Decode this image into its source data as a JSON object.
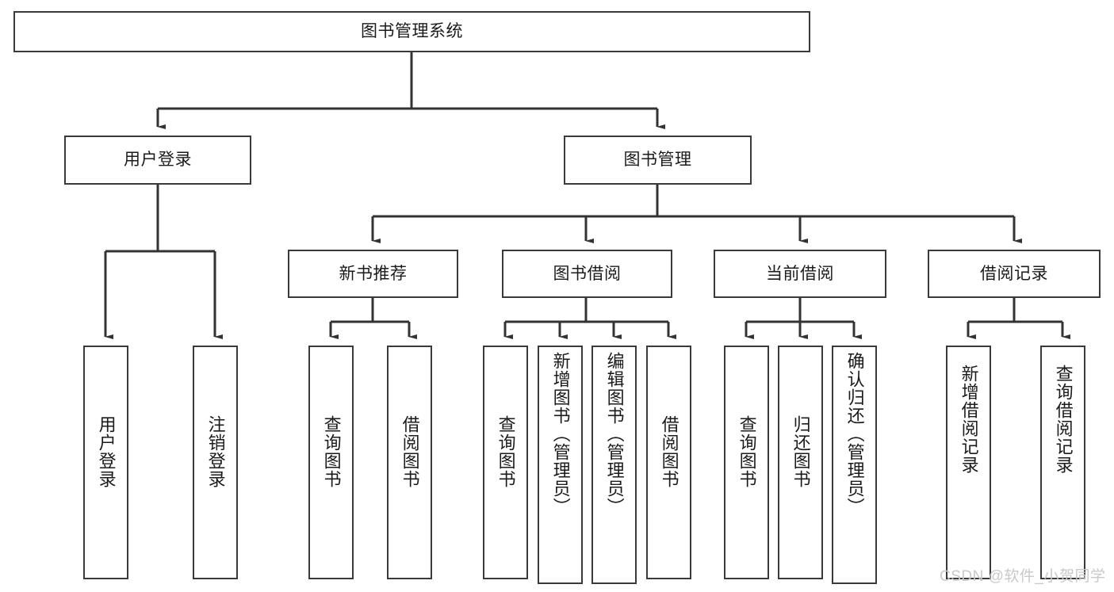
{
  "diagram": {
    "title": "图书管理系统",
    "type": "tree-hierarchy-chart",
    "colors": {
      "box_border": "#3a3a3a",
      "box_fill": "#ffffff",
      "edge": "#333333",
      "text": "#1b1b1b",
      "watermark": "#c9c9c9"
    },
    "nodes": {
      "root": {
        "label": "图书管理系统"
      },
      "level1": [
        {
          "label": "用户登录"
        },
        {
          "label": "图书管理"
        }
      ],
      "level2": [
        {
          "label": "新书推荐"
        },
        {
          "label": "图书借阅"
        },
        {
          "label": "当前借阅"
        },
        {
          "label": "借阅记录"
        }
      ],
      "leaves_user_login": [
        {
          "label": "用户登录"
        },
        {
          "label": "注销登录"
        }
      ],
      "leaves_new_books": [
        {
          "label": "查询图书"
        },
        {
          "label": "借阅图书"
        }
      ],
      "leaves_borrow": [
        {
          "label": "查询图书"
        },
        {
          "label": "新增图书（管理员）"
        },
        {
          "label": "编辑图书（管理员）"
        },
        {
          "label": "借阅图书"
        }
      ],
      "leaves_current": [
        {
          "label": "查询图书"
        },
        {
          "label": "归还图书"
        },
        {
          "label": "确认归还（管理员）"
        }
      ],
      "leaves_records": [
        {
          "label": "新增借阅记录"
        },
        {
          "label": "查询借阅记录"
        }
      ]
    },
    "watermark": "CSDN @软件_小贺同学"
  }
}
